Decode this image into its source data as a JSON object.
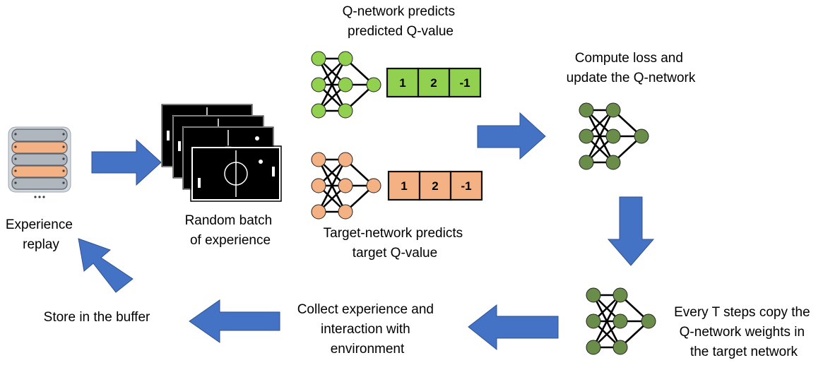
{
  "labels": {
    "experience_replay": [
      "Experience",
      "replay"
    ],
    "random_batch": [
      "Random batch",
      "of experience"
    ],
    "q_network": [
      "Q-network predicts",
      "predicted Q-value"
    ],
    "target_network": [
      "Target-network predicts",
      "target Q-value"
    ],
    "compute_loss": [
      "Compute loss and",
      "update the Q-network"
    ],
    "copy_weights": [
      "Every T steps copy the",
      "Q-network weights in",
      "the target network"
    ],
    "collect": [
      "Collect experience and",
      "interaction with",
      "environment"
    ],
    "store": [
      "Store in the buffer"
    ]
  },
  "q_values": {
    "predicted": [
      "1",
      "2",
      "-1"
    ],
    "target": [
      "1",
      "2",
      "-1"
    ]
  },
  "colors": {
    "arrow": "#4472c4",
    "q_network": "#92d050",
    "target_network": "#f4b183",
    "trained_network": "#6a8e4a",
    "database_stripe": "#f4b183",
    "database_gray": "#b0b6be"
  }
}
